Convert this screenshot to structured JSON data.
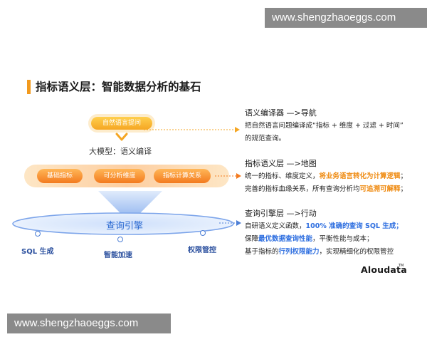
{
  "watermark": {
    "top": "www.shengzhaoeggs.com",
    "bottom": "www.shengzhaoeggs.com"
  },
  "title": "指标语义层：智能数据分析的基石",
  "diagram": {
    "nl_question": "自然语言提问",
    "llm_label": "大模型：语义编译",
    "semantic_items": [
      "基础指标",
      "可分析维度",
      "指标计算关系"
    ],
    "query_engine": "查询引擎",
    "engine_features": [
      "SQL 生成",
      "智能加速",
      "权限管控"
    ]
  },
  "sections": [
    {
      "title": "语义编译器 —>导航",
      "lines": [
        [
          {
            "t": "把自然语言问题编译成“指标 + 维度 + 过滤 + 时间”",
            "c": ""
          }
        ],
        [
          {
            "t": "的规范查询。",
            "c": ""
          }
        ]
      ]
    },
    {
      "title": "指标语义层 —>地图",
      "lines": [
        [
          {
            "t": "统一的指标、维度定义，",
            "c": ""
          },
          {
            "t": "将业务语言转化为计算逻辑",
            "c": "orange"
          },
          {
            "t": "；",
            "c": ""
          }
        ],
        [
          {
            "t": "完善的指标血缘关系，所有查询分析均",
            "c": ""
          },
          {
            "t": "可追溯可解释",
            "c": "orange"
          },
          {
            "t": "；",
            "c": ""
          }
        ]
      ]
    },
    {
      "title": "查询引擎层 —>行动",
      "lines": [
        [
          {
            "t": "自研语义定义函数，",
            "c": ""
          },
          {
            "t": "100% 准确的查询 SQL 生成；",
            "c": "blue"
          }
        ],
        [
          {
            "t": "保障",
            "c": ""
          },
          {
            "t": "最优数据查询性能",
            "c": "blue"
          },
          {
            "t": "，平衡性能与成本；",
            "c": ""
          }
        ],
        [
          {
            "t": "基于指标的",
            "c": ""
          },
          {
            "t": "行列权限能力",
            "c": "blue"
          },
          {
            "t": "，实现精细化的权限管控",
            "c": ""
          }
        ]
      ]
    }
  ],
  "logo": {
    "text": "Aloudata",
    "tm": "TM"
  },
  "colors": {
    "accent_orange": "#f29a1e",
    "highlight_orange": "#ef8a10",
    "highlight_blue": "#2f6fe0"
  }
}
